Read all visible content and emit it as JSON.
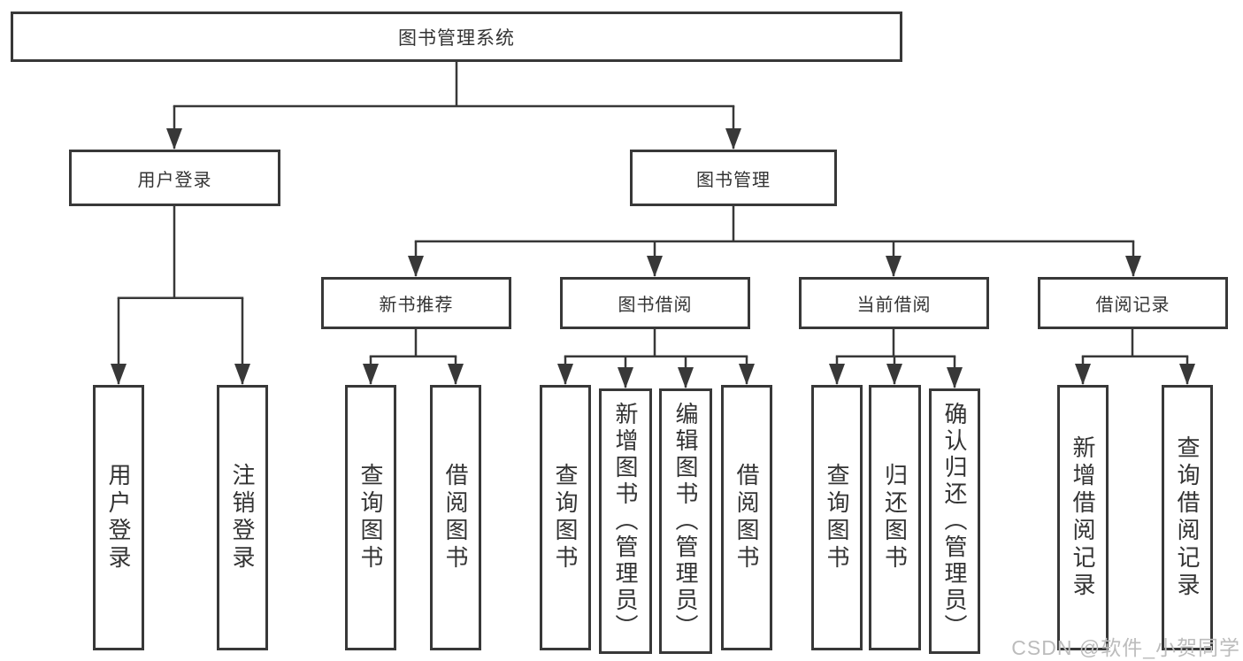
{
  "diagram_title": "图书管理系统",
  "nodes": [
    {
      "label": "图书管理系统",
      "parent": null
    },
    {
      "label": "用户登录",
      "parent": "图书管理系统"
    },
    {
      "label": "图书管理",
      "parent": "图书管理系统"
    },
    {
      "label": "新书推荐",
      "parent": "图书管理"
    },
    {
      "label": "图书借阅",
      "parent": "图书管理"
    },
    {
      "label": "当前借阅",
      "parent": "图书管理"
    },
    {
      "label": "借阅记录",
      "parent": "图书管理"
    },
    {
      "label": "用户登录",
      "parent": "用户登录"
    },
    {
      "label": "注销登录",
      "parent": "用户登录"
    },
    {
      "label": "查询图书",
      "parent": "新书推荐"
    },
    {
      "label": "借阅图书",
      "parent": "新书推荐"
    },
    {
      "label": "查询图书",
      "parent": "图书借阅"
    },
    {
      "label": "新增图书（管理员）",
      "parent": "图书借阅"
    },
    {
      "label": "编辑图书（管理员）",
      "parent": "图书借阅"
    },
    {
      "label": "借阅图书",
      "parent": "图书借阅"
    },
    {
      "label": "查询图书",
      "parent": "当前借阅"
    },
    {
      "label": "归还图书",
      "parent": "当前借阅"
    },
    {
      "label": "确认归还（管理员）",
      "parent": "当前借阅"
    },
    {
      "label": "新增借阅记录",
      "parent": "借阅记录"
    },
    {
      "label": "查询借阅记录",
      "parent": "借阅记录"
    }
  ],
  "watermark": {
    "text": "CSDN @软件_小贺同学"
  },
  "colors": {
    "line": "#383838",
    "text": "#333333",
    "background": "#ffffff",
    "watermark": "#bcbcbc"
  }
}
